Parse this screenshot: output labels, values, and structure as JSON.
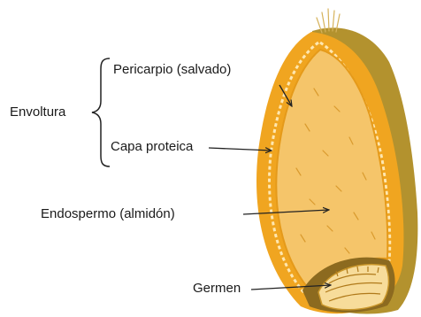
{
  "labels": {
    "envoltura": "Envoltura",
    "pericarpio": "Pericarpio (salvado)",
    "capa_proteica": "Capa proteica",
    "endospermo": "Endospermo (almidón)",
    "germen": "Germen"
  },
  "colors": {
    "outer_shell": "#f0a520",
    "back_shade": "#b3922e",
    "inner_endosperm": "#f5c56a",
    "germ": "#f7dc9a",
    "germ_shadow": "#8c6a1f",
    "line": "#222222"
  }
}
